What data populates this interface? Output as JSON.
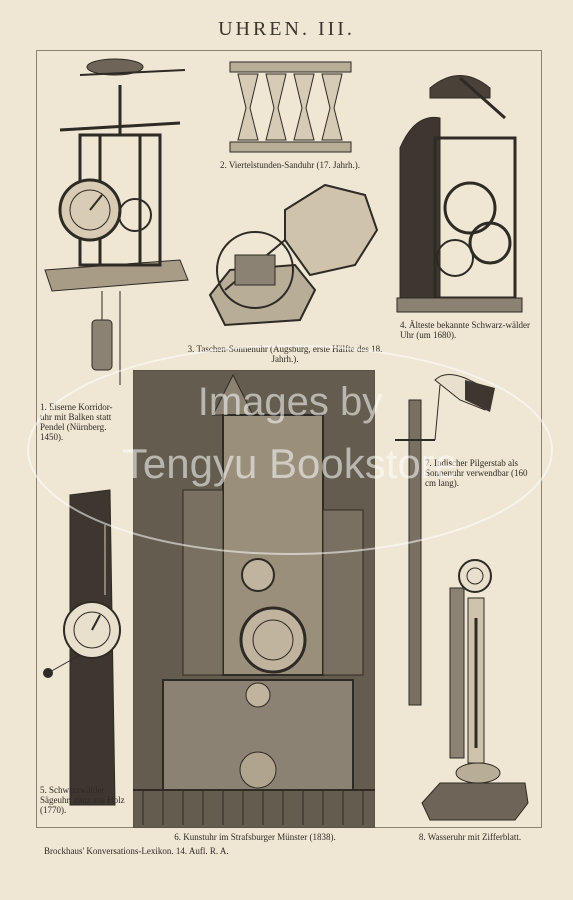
{
  "title": "UHREN. III.",
  "captions": {
    "c1": "1. Eiserne Korridor-uhr mit Balken statt Pendel (Nürnberg. 1450).",
    "c2": "2. Viertelstunden-Sanduhr (17. Jahrh.).",
    "c3": "3. Taschen-Sonnenuhr (Augsburg, erste Hälfte des 18. Jahrh.).",
    "c4": "4. Älteste bekannte Schwarz-wälder Uhr (um 1680).",
    "c5": "5. Schwarzwälder Sägeuhr, ganz aus Holz (1770).",
    "c6": "6. Kunstuhr im Strafsburger Münster (1838).",
    "c7": "7. Indischer Pilgerstab als Sonnenuhr verwendbar (160 cm lang).",
    "c8": "8. Wasseruhr mit Zifferblatt."
  },
  "footer": "Brockhaus' Konversations-Lexikon. 14. Aufl. R. A.",
  "watermark": {
    "line1": "Images by",
    "line2": "Tengyu Bookstore"
  }
}
